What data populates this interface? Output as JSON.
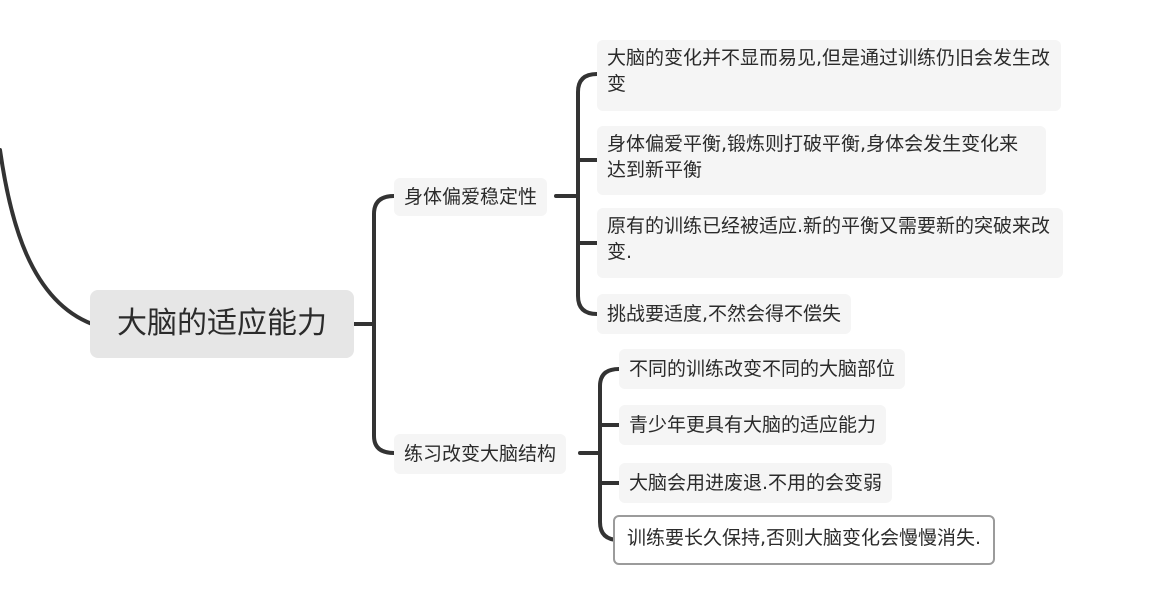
{
  "mindmap": {
    "root": "大脑的适应能力",
    "branches": [
      {
        "label": "身体偏爱稳定性",
        "children": [
          "大脑的变化并不显而易见,但是通过训练仍旧会发生改变",
          "身体偏爱平衡,锻炼则打破平衡,身体会发生变化来达到新平衡",
          "原有的训练已经被适应.新的平衡又需要新的突破来改变.",
          "挑战要适度,不然会得不偿失"
        ]
      },
      {
        "label": "练习改变大脑结构",
        "children": [
          "不同的训练改变不同的大脑部位",
          "青少年更具有大脑的适应能力",
          "大脑会用进废退.不用的会变弱",
          "训练要长久保持,否则大脑变化会慢慢消失."
        ]
      }
    ]
  },
  "colors": {
    "connector": "#333333",
    "node_fill": "#f5f5f5",
    "root_fill": "#e6e6e6",
    "selected_border": "#9b9b9b"
  }
}
